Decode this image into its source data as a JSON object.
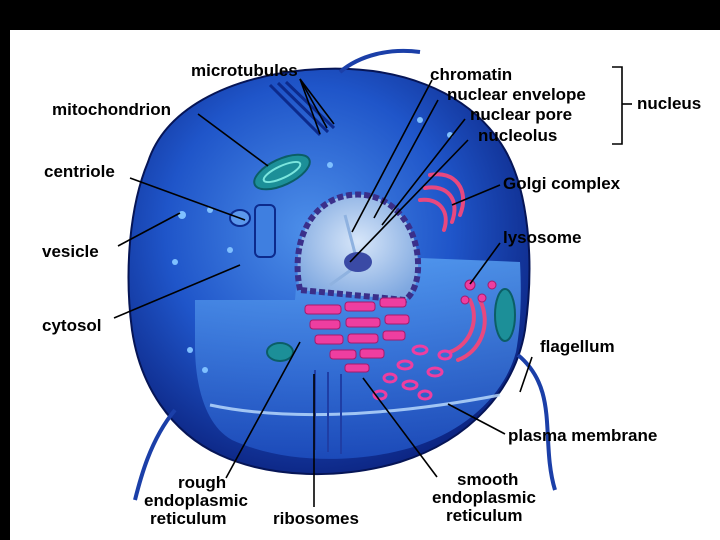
{
  "labels": {
    "microtubules": "microtubules",
    "mitochondrion": "mitochondrion",
    "centriole": "centriole",
    "vesicle": "vesicle",
    "cytosol": "cytosol",
    "chromatin": "chromatin",
    "nuclear_envelope": "nuclear envelope",
    "nuclear_pore": "nuclear pore",
    "nucleolus": "nucleolus",
    "nucleus": "nucleus",
    "golgi": "Golgi complex",
    "lysosome": "lysosome",
    "flagellum": "flagellum",
    "plasma_membrane": "plasma membrane",
    "rough_er_1": "rough",
    "rough_er_2": "endoplasmic",
    "rough_er_3": "reticulum",
    "ribosomes": "ribosomes",
    "smooth_er_1": "smooth",
    "smooth_er_2": "endoplasmic",
    "smooth_er_3": "reticulum"
  },
  "colors": {
    "cell_dark": "#0a1f7a",
    "cell_mid": "#1f55c9",
    "cell_light": "#63a6f2",
    "er_pink": "#ee3ea0",
    "golgi_pink": "#e8487f",
    "nucleus_bg": "#a9c8ee",
    "mito_teal": "#26b5ad"
  }
}
